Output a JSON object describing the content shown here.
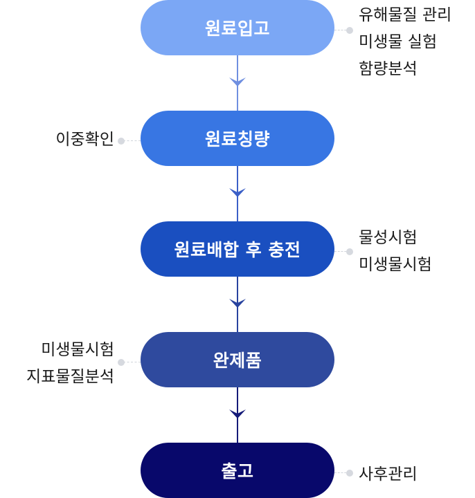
{
  "steps": [
    {
      "label": "원료입고",
      "color": "#7ba7f5"
    },
    {
      "label": "원료칭량",
      "color": "#3876e3"
    },
    {
      "label": "원료배합 후 충전",
      "color": "#1a4fc0"
    },
    {
      "label": "완제품",
      "color": "#2f4a9e"
    },
    {
      "label": "출고",
      "color": "#08086b"
    }
  ],
  "notes": {
    "step1": [
      "유해물질 관리",
      "미생물 실험",
      "함량분석"
    ],
    "step2": [
      "이중확인"
    ],
    "step3": [
      "물성시험",
      "미생물시험"
    ],
    "step4": [
      "미생물시험",
      "지표물질분석"
    ],
    "step5": [
      "사후관리"
    ]
  },
  "colors": {
    "arrow1": "#6f8fe0",
    "arrow2": "#3b5fc7",
    "arrow3": "#28439f",
    "arrow4": "#141a78",
    "connector": "#cfd3da",
    "dot": "#d6d9df"
  }
}
